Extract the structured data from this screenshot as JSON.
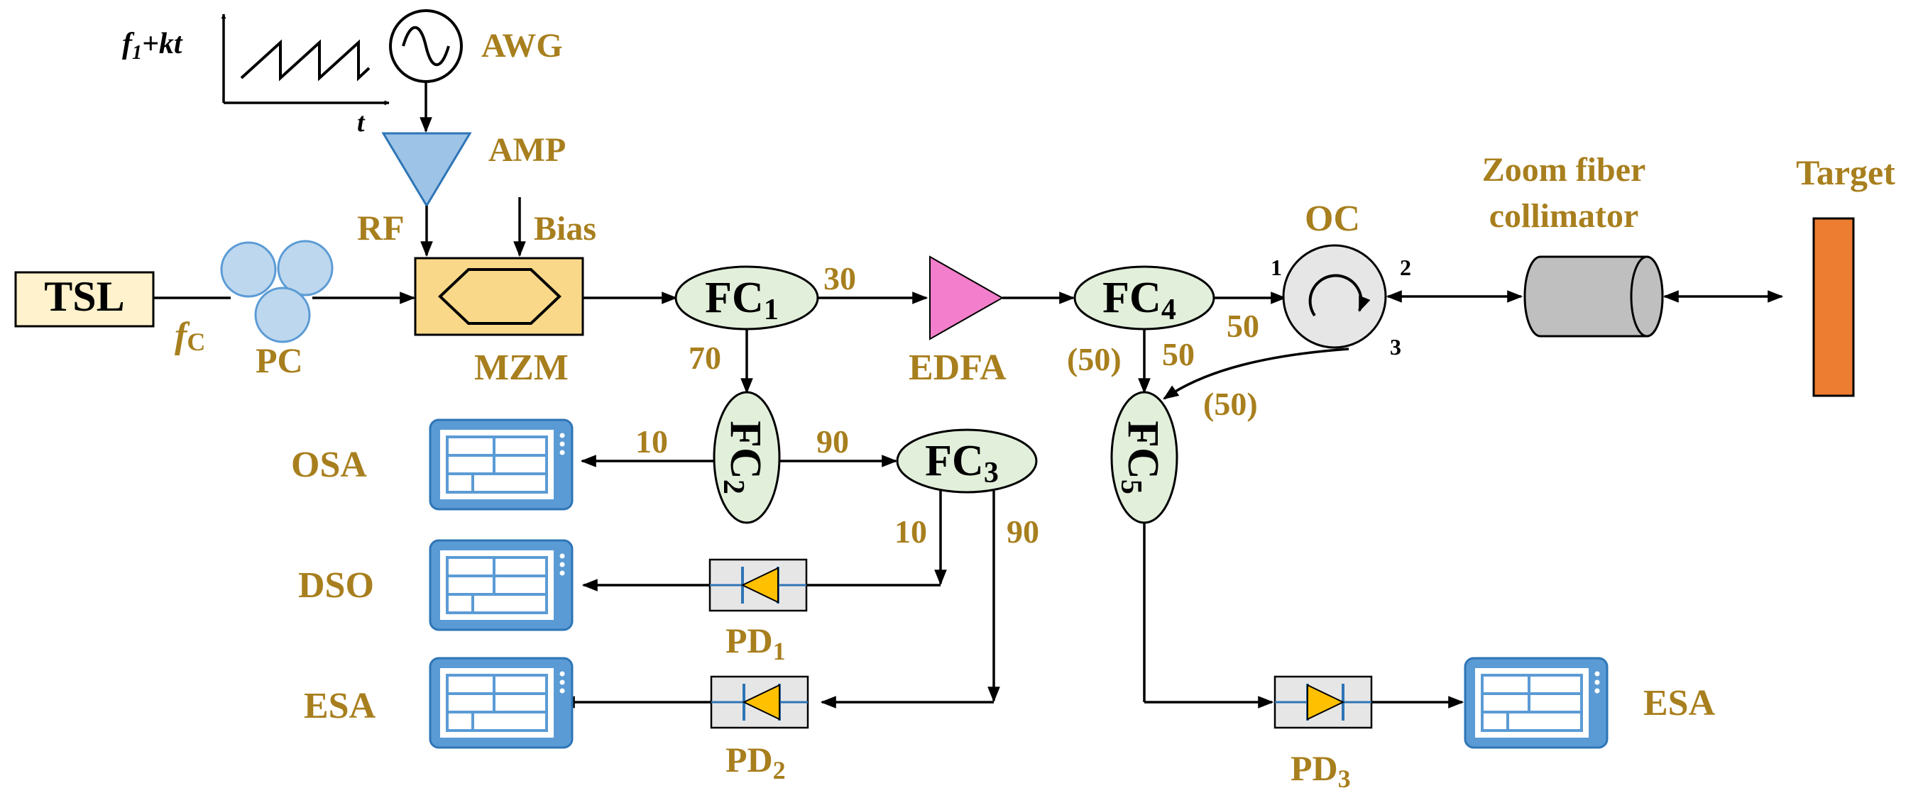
{
  "colors": {
    "label": "#A87F1E",
    "tsl_fill": "#FFF2CC",
    "mzm_fill": "#FAD88A",
    "coupler_fill": "#E2EFDA",
    "pc_fill": "#BDD7EE",
    "amp_fill": "#9DC3E6",
    "edfa_fill": "#F37ECB",
    "instrument_fill": "#5B9BD5",
    "pd_fill": "#FFC000",
    "target_fill": "#ED7D31",
    "collimator_fill": "#BFBFBF"
  },
  "awg": {
    "label": "AWG",
    "icon": "sine-source-icon",
    "inset": {
      "y_label_main": "f",
      "y_label_sub": "1",
      "y_label_rest": "+kt",
      "x_label": "t"
    }
  },
  "amp": {
    "label": "AMP"
  },
  "mzm": {
    "label": "MZM",
    "rf_label": "RF",
    "bias_label": "Bias"
  },
  "tsl": {
    "label": "TSL",
    "freq_main": "f",
    "freq_sub": "C"
  },
  "pc": {
    "label": "PC"
  },
  "couplers": {
    "fc1": {
      "main": "FC",
      "sub": "1"
    },
    "fc2": {
      "main": "FC",
      "sub": "2"
    },
    "fc3": {
      "main": "FC",
      "sub": "3"
    },
    "fc4": {
      "main": "FC",
      "sub": "4"
    },
    "fc5": {
      "main": "FC",
      "sub": "5"
    }
  },
  "ratios": {
    "fc1_out_30": "30",
    "fc1_out_70": "70",
    "fc2_out_10": "10",
    "fc2_out_90": "90",
    "fc3_out_10": "10",
    "fc3_out_90": "90",
    "fc4_out_50_right": "50",
    "fc4_out_50_down": "50",
    "fc4_in_50_paren": "(50)",
    "fc5_in_50_paren": "(50)"
  },
  "edfa": {
    "label": "EDFA"
  },
  "oc": {
    "label": "OC",
    "port1": "1",
    "port2": "2",
    "port3": "3"
  },
  "collimator": {
    "label_line1": "Zoom fiber",
    "label_line2": "collimator"
  },
  "target": {
    "label": "Target"
  },
  "instruments": {
    "osa": "OSA",
    "dso": "DSO",
    "esa_left": "ESA",
    "esa_right": "ESA"
  },
  "photodiodes": {
    "pd1": {
      "main": "PD",
      "sub": "1"
    },
    "pd2": {
      "main": "PD",
      "sub": "2"
    },
    "pd3": {
      "main": "PD",
      "sub": "3"
    }
  }
}
